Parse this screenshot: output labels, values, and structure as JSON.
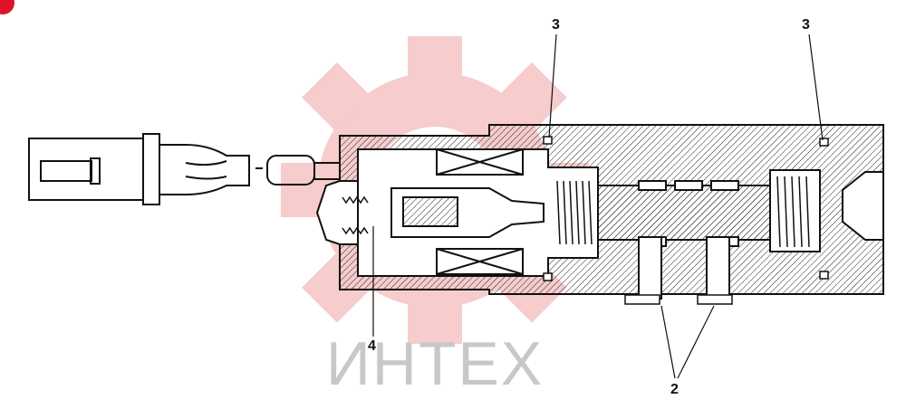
{
  "diagram": {
    "callouts": [
      {
        "id": "callout-3-left",
        "text": "3"
      },
      {
        "id": "callout-3-right",
        "text": "3"
      },
      {
        "id": "callout-4",
        "text": "4"
      },
      {
        "id": "callout-2",
        "text": "2"
      }
    ],
    "watermark": {
      "text": "ИНТЕХ",
      "gear_color": "#f6c4c4",
      "text_color": "#c8c8c8"
    },
    "corner_mark_color": "#e0122a"
  }
}
